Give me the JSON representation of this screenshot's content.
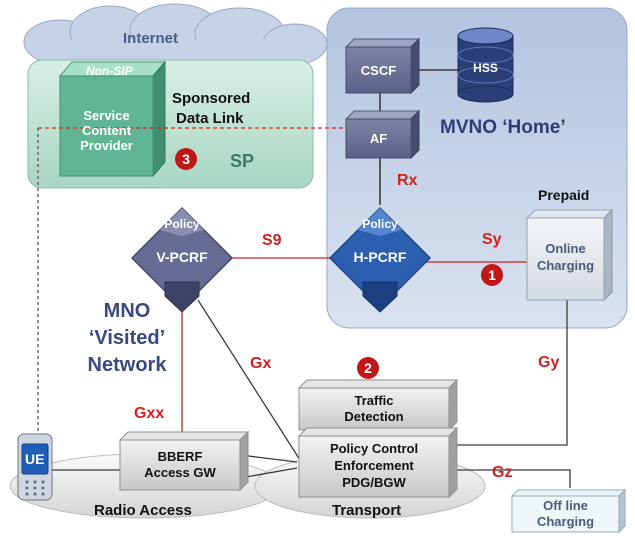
{
  "cloud_label": "Internet",
  "provider": {
    "tag": "Non-SIP",
    "line1": "Service",
    "line2": "Content",
    "line3": "Provider"
  },
  "sponsored": {
    "line1": "Sponsored",
    "line2": "Data Link"
  },
  "sp_label": "SP",
  "home_label": "MVNO ‘Home’",
  "visited": {
    "line1": "MNO",
    "line2": "‘Visited’",
    "line3": "Network"
  },
  "nodes": {
    "cscf": "CSCF",
    "hss": "HSS",
    "af": "AF",
    "vpcrf_tag": "Policy",
    "vpcrf": "V-PCRF",
    "hpcrf_tag": "Policy",
    "hpcrf": "H-PCRF",
    "prepaid": "Prepaid",
    "online": {
      "line1": "Online",
      "line2": "Charging"
    },
    "traffic": {
      "line1": "Traffic",
      "line2": "Detection"
    },
    "pcef": {
      "line1": "Policy Control",
      "line2": "Enforcement",
      "line3": "PDG/BGW"
    },
    "bberf": {
      "line1": "BBERF",
      "line2": "Access GW"
    },
    "offline": {
      "line1": "Off line",
      "line2": "Charging"
    },
    "ue": "UE"
  },
  "areas": {
    "radio": "Radio Access",
    "transport": "Transport"
  },
  "interfaces": {
    "rx": "Rx",
    "s9": "S9",
    "sy": "Sy",
    "gx": "Gx",
    "gxx": "Gxx",
    "gy": "Gy",
    "gz": "Gz"
  },
  "badges": [
    "1",
    "2",
    "3"
  ]
}
